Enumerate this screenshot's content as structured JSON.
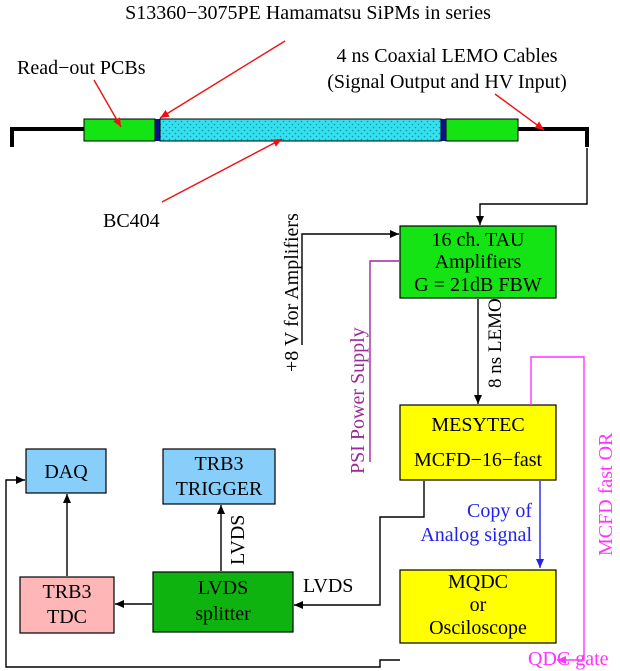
{
  "colors": {
    "green": "#14e414",
    "cyan": "#33e0ee",
    "yellow": "#ffff00",
    "blue_box": "#87cefa",
    "pink_box": "#ffb6b6",
    "purple": "#9b2a9b",
    "magenta": "#ff33ff",
    "blue_text": "#2222ee",
    "red": "#ee1111",
    "dark_blue": "#10108a"
  },
  "labels": {
    "sipm": "S13360−3075PE Hamamatsu SiPMs in series",
    "pcb": "Read−out PCBs",
    "coax_1": "4 ns Coaxial LEMO Cables",
    "coax_2": "(Signal Output and HV Input)",
    "scint": "BC404",
    "amp_supply": "+8 V for Amplifiers",
    "psi": "PSI Power Supply",
    "lemo": "8 ns LEMO",
    "copy_1": "Copy of",
    "copy_2": "Analog signal",
    "mcfd_or": "MCFD fast OR",
    "lvds_v": "LVDS",
    "lvds_h": "LVDS",
    "qdc_gate": "QDC gate"
  },
  "boxes": {
    "amp": [
      "16 ch. TAU",
      "Amplifiers",
      "G = 21dB FBW"
    ],
    "mesytec": [
      "MESYTEC",
      "MCFD−16−fast"
    ],
    "mqdc": [
      "MQDC",
      "or",
      "Osciloscope"
    ],
    "daq": [
      "DAQ"
    ],
    "trigger": [
      "TRB3",
      "TRIGGER"
    ],
    "tdc": [
      "TRB3",
      "TDC"
    ],
    "splitter": [
      "LVDS",
      "splitter"
    ]
  }
}
